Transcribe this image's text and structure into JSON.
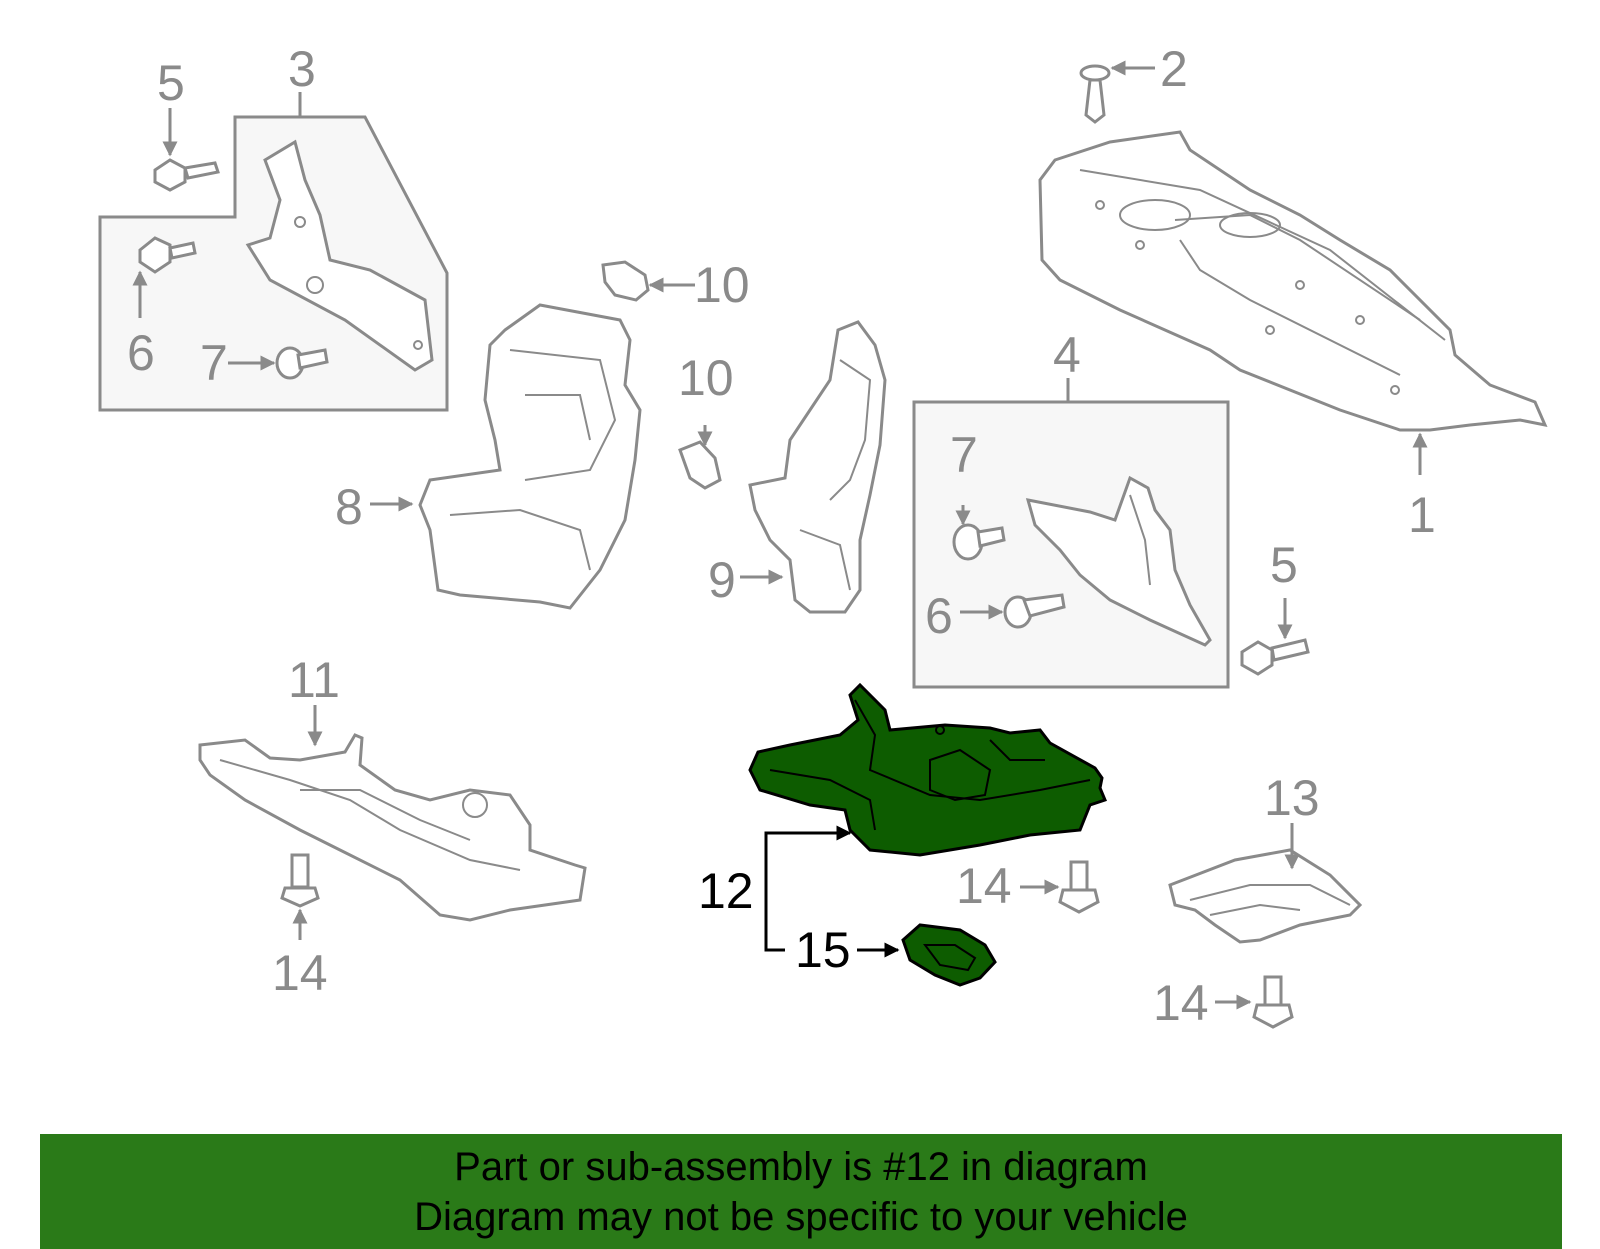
{
  "callouts": {
    "c1": "1",
    "c2": "2",
    "c3": "3",
    "c4": "4",
    "c5a": "5",
    "c5b": "5",
    "c6a": "6",
    "c6b": "6",
    "c7a": "7",
    "c7b": "7",
    "c8": "8",
    "c9": "9",
    "c10a": "10",
    "c10b": "10",
    "c11": "11",
    "c12": "12",
    "c13": "13",
    "c14a": "14",
    "c14b": "14",
    "c14c": "14",
    "c15": "15"
  },
  "banner": {
    "line1": "Part or sub-assembly is #12 in diagram",
    "line2": "Diagram may not be specific to your vehicle"
  },
  "colors": {
    "highlight_part": "#0d5c00",
    "banner_bg": "#2a7a18",
    "line_gray": "#8a8a8a"
  }
}
